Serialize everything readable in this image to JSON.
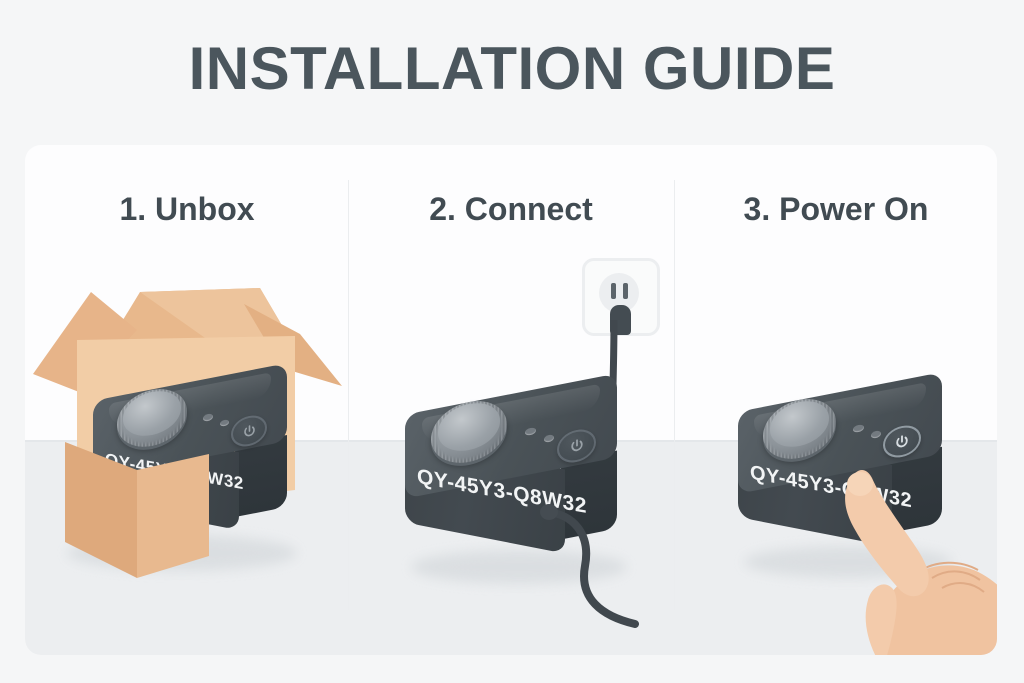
{
  "page": {
    "title": "INSTALLATION GUIDE",
    "background_color": "#f5f6f7",
    "card_color": "#fdfdfe",
    "title_color": "#4b565d",
    "ground_color": "#eceef0"
  },
  "device": {
    "model_number": "QY-45Y3-Q8W32",
    "body_color": "#434a50",
    "knob_color": "#8d949a",
    "power_icon": "power-symbol",
    "led_count": 2
  },
  "steps": [
    {
      "number": "1",
      "label": "1. Unbox",
      "scene": "device-in-open-cardboard-box",
      "model_number": "QY-45Y3-Q8W32",
      "box_color": "#e0ad7f",
      "box_inner_color": "#f0c89e"
    },
    {
      "number": "2",
      "label": "2. Connect",
      "scene": "device-plugged-into-wall-outlet",
      "model_number": "QY-45Y3-Q8W32",
      "outlet_color": "#fafbfb",
      "cable_color": "#41484e"
    },
    {
      "number": "3",
      "label": "3. Power On",
      "scene": "finger-pressing-power-button",
      "model_number": "QY-45Y3-Q8W32",
      "hand_color": "#f0c3a0",
      "power_button_state": "illuminated"
    }
  ]
}
